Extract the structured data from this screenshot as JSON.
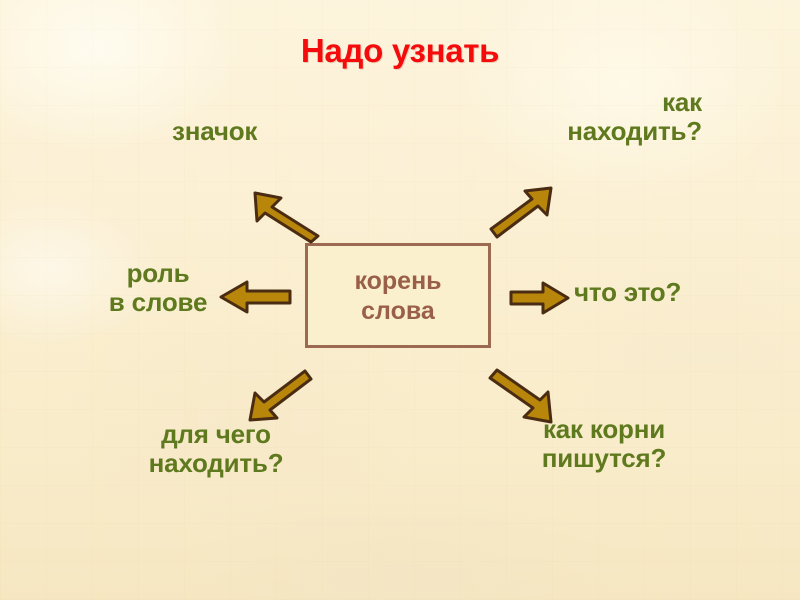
{
  "slide": {
    "title": "Надо узнать",
    "title_color": "#f40c0c",
    "background_color": "#fbefd3",
    "label_color": "#5f7a1e",
    "arrow_fill": "#b8860b",
    "arrow_outline": "#4a2c12"
  },
  "center": {
    "text": "корень\nслова",
    "border_color": "#9c6a51",
    "fill_color": "#fbf0cd",
    "text_color": "#9a5f48"
  },
  "branches": [
    {
      "id": "znachok",
      "text": "значок",
      "arrow": "arrow-up-left"
    },
    {
      "id": "kak_nahodit",
      "text": "как\nнаходить?",
      "arrow": "arrow-up-right"
    },
    {
      "id": "rol",
      "text": "роль\nв слове",
      "arrow": "arrow-left"
    },
    {
      "id": "chto_eto",
      "text": "что это?",
      "arrow": "arrow-right"
    },
    {
      "id": "dlya_chego",
      "text": "для чего\nнаходить?",
      "arrow": "arrow-down-left"
    },
    {
      "id": "kak_korni",
      "text": "как корни\nпишутся?",
      "arrow": "arrow-down-right"
    }
  ]
}
